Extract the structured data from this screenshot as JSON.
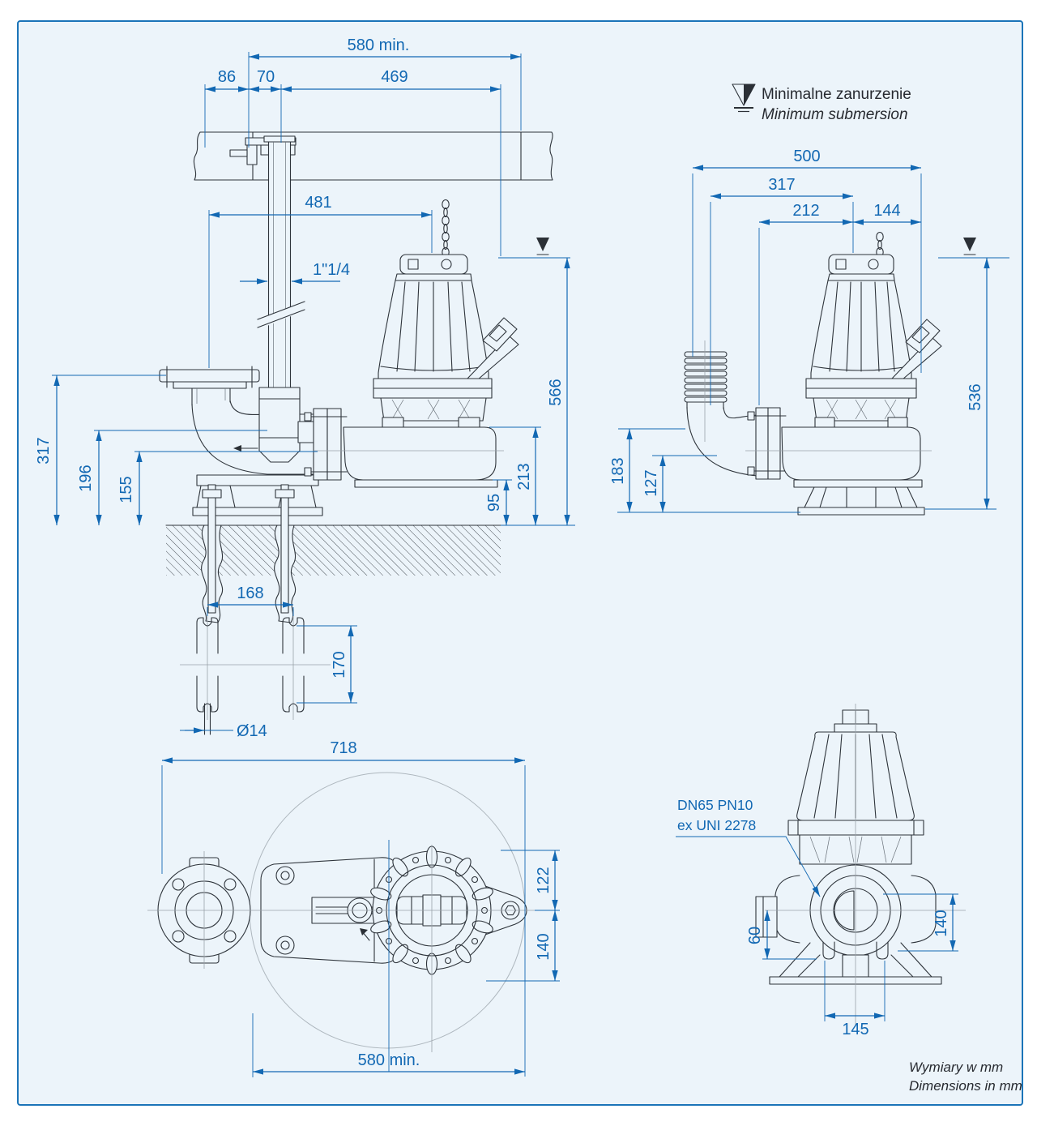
{
  "colors": {
    "accent": "#1268b3",
    "drawing_line": "#2e343b",
    "sheet_background": "#ecf4fa",
    "sheet_border": "#1b74b8",
    "centerline": "#9aa2a9",
    "text": "#26292f"
  },
  "legend": {
    "label_pl": "Minimalne zanurzenie",
    "label_en": "Minimum submersion"
  },
  "footer": {
    "note_pl": "Wymiary w mm",
    "note_en": "Dimensions in mm"
  },
  "views": {
    "side": {
      "title": "stationary installation side view",
      "dims": {
        "d580": "580 min.",
        "d86": "86",
        "d70": "70",
        "d469": "469",
        "d481": "481",
        "thread": "1\"1/4",
        "d317": "317",
        "d196": "196",
        "d155": "155",
        "d566": "566",
        "d213": "213",
        "d95": "95"
      }
    },
    "portable": {
      "title": "free standing installation side view",
      "dims": {
        "d500": "500",
        "d317": "317",
        "d212": "212",
        "d144": "144",
        "d183": "183",
        "d127": "127",
        "d536": "536"
      }
    },
    "anchor": {
      "title": "anchor bolt slot detail",
      "dims": {
        "d168": "168",
        "d170": "170",
        "d14": "Ø14"
      }
    },
    "plan": {
      "title": "plan view",
      "dims": {
        "d718": "718",
        "d122": "122",
        "d140": "140",
        "d580": "580 min."
      }
    },
    "front": {
      "title": "front view",
      "dims": {
        "d60": "60",
        "d140": "140",
        "d145": "145"
      },
      "note1": "DN65 PN10",
      "note2": "ex UNI 2278"
    }
  }
}
